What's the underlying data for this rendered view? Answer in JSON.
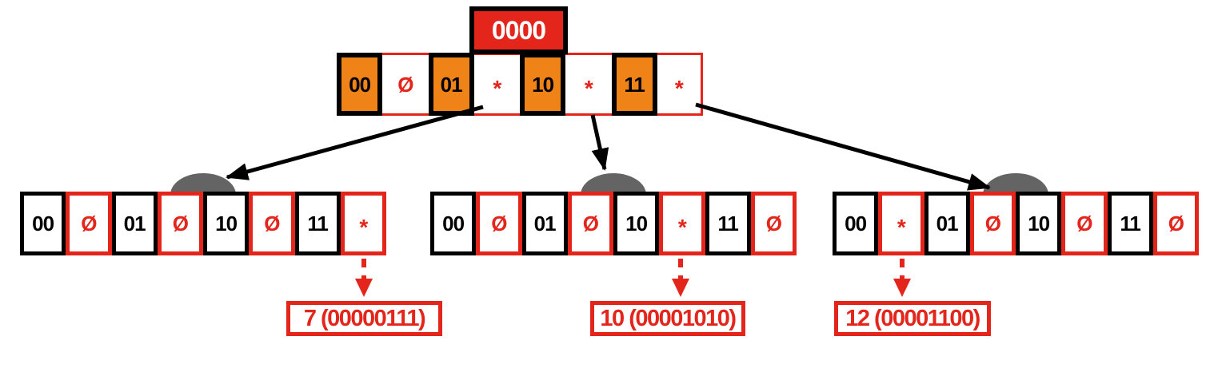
{
  "diagram_title": "radix-trie-node-diagram",
  "colors": {
    "red": "#e3251b",
    "orange": "#ef8318",
    "gray": "#646464",
    "black": "#000000",
    "white": "#ffffff"
  },
  "trie": {
    "root": {
      "prefix": "0000",
      "cells": [
        {
          "label": "00",
          "kind": "key"
        },
        {
          "label": "Ø",
          "kind": "empty-slot"
        },
        {
          "label": "01",
          "kind": "key"
        },
        {
          "label": "*",
          "kind": "pointer-slot"
        },
        {
          "label": "10",
          "kind": "key"
        },
        {
          "label": "*",
          "kind": "pointer-slot"
        },
        {
          "label": "11",
          "kind": "key"
        },
        {
          "label": "*",
          "kind": "pointer-slot"
        }
      ]
    },
    "children": [
      {
        "name": "child-01",
        "cells": [
          {
            "label": "00",
            "kind": "key"
          },
          {
            "label": "Ø",
            "kind": "empty-slot"
          },
          {
            "label": "01",
            "kind": "key"
          },
          {
            "label": "Ø",
            "kind": "empty-slot"
          },
          {
            "label": "10",
            "kind": "key"
          },
          {
            "label": "Ø",
            "kind": "empty-slot"
          },
          {
            "label": "11",
            "kind": "key"
          },
          {
            "label": "*",
            "kind": "pointer-slot"
          }
        ],
        "leaf": "7 (00000111)"
      },
      {
        "name": "child-10",
        "cells": [
          {
            "label": "00",
            "kind": "key"
          },
          {
            "label": "Ø",
            "kind": "empty-slot"
          },
          {
            "label": "01",
            "kind": "key"
          },
          {
            "label": "Ø",
            "kind": "empty-slot"
          },
          {
            "label": "10",
            "kind": "key"
          },
          {
            "label": "*",
            "kind": "pointer-slot"
          },
          {
            "label": "11",
            "kind": "key"
          },
          {
            "label": "Ø",
            "kind": "empty-slot"
          }
        ],
        "leaf": "10 (00001010)"
      },
      {
        "name": "child-11",
        "cells": [
          {
            "label": "00",
            "kind": "key"
          },
          {
            "label": "*",
            "kind": "pointer-slot"
          },
          {
            "label": "01",
            "kind": "key"
          },
          {
            "label": "Ø",
            "kind": "empty-slot"
          },
          {
            "label": "10",
            "kind": "key"
          },
          {
            "label": "Ø",
            "kind": "empty-slot"
          },
          {
            "label": "11",
            "kind": "key"
          },
          {
            "label": "Ø",
            "kind": "empty-slot"
          }
        ],
        "leaf": "12 (00001100)"
      }
    ]
  }
}
